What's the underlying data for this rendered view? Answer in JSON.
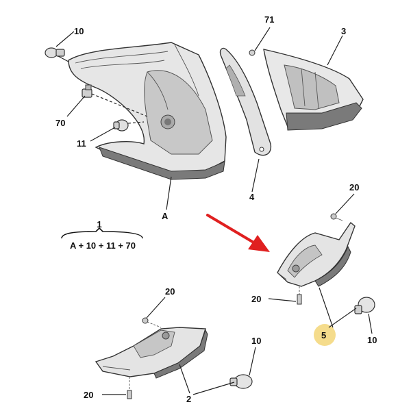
{
  "diagram": {
    "callouts": [
      {
        "id": "c-10-top",
        "text": "10"
      },
      {
        "id": "c-71",
        "text": "71"
      },
      {
        "id": "c-3",
        "text": "3"
      },
      {
        "id": "c-70",
        "text": "70"
      },
      {
        "id": "c-11",
        "text": "11"
      },
      {
        "id": "c-4",
        "text": "4"
      },
      {
        "id": "c-A",
        "text": "A"
      },
      {
        "id": "c-20-right-top",
        "text": "20"
      },
      {
        "id": "c-20-right-mid",
        "text": "20"
      },
      {
        "id": "c-5",
        "text": "5"
      },
      {
        "id": "c-10-right",
        "text": "10"
      },
      {
        "id": "c-20-bottom-top",
        "text": "20"
      },
      {
        "id": "c-20-bottom-left",
        "text": "20"
      },
      {
        "id": "c-2",
        "text": "2"
      },
      {
        "id": "c-10-bottom",
        "text": "10"
      }
    ],
    "assembly": {
      "number": "1",
      "formula": "A + 10 + 11 + 70"
    },
    "colors": {
      "highlight_circle": "#f5dc8c",
      "arrow": "#e02020",
      "part_fill": "#d9d9d9",
      "part_dark": "#7a7a7a"
    }
  }
}
